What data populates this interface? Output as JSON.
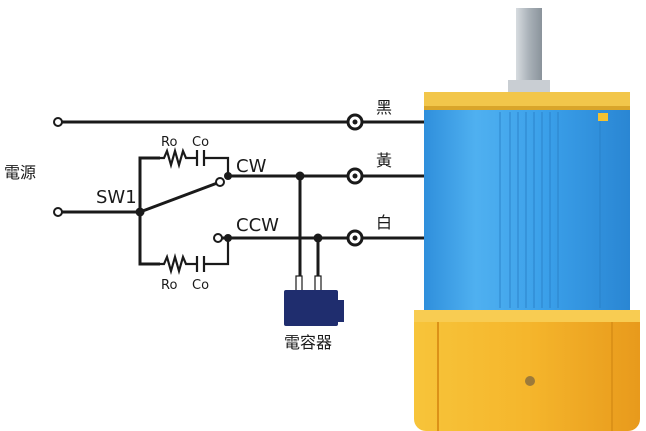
{
  "labels": {
    "power": "電源",
    "switch": "SW1",
    "cw": "CW",
    "ccw": "CCW",
    "ro": "Ro",
    "co": "Co",
    "capacitor": "電容器",
    "wire_black": "黑",
    "wire_yellow": "黃",
    "wire_white": "白"
  },
  "colors": {
    "motor_body": "#3ea2ea",
    "motor_top": "#f3c232",
    "motor_gearbox": "#f4b62a",
    "capacitor": "#1f2d6e",
    "shaft": "#b8bfc6",
    "wire": "#1a1a1a"
  }
}
